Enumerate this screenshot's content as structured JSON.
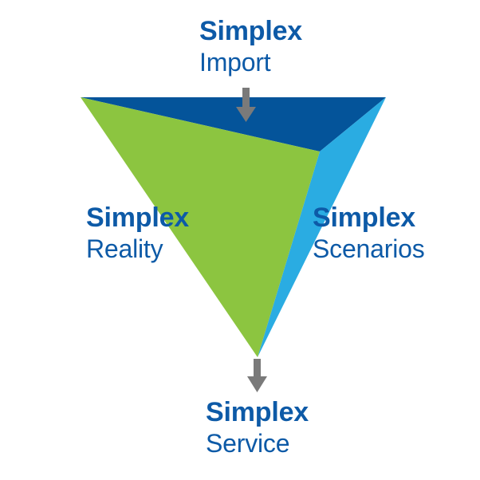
{
  "colors": {
    "text": "#0D5AA7",
    "top_face": "#04549A",
    "left_face": "#8CC540",
    "right_face": "#2AACE2",
    "arrow": "#7A7A7A",
    "background": "#FFFFFF"
  },
  "labels": {
    "import": {
      "brand": "Simplex",
      "name": "Import"
    },
    "reality": {
      "brand": "Simplex",
      "name": "Reality"
    },
    "scenarios": {
      "brand": "Simplex",
      "name": "Scenarios"
    },
    "service": {
      "brand": "Simplex",
      "name": "Service"
    }
  },
  "icons": {
    "top_arrow": "arrow-down-icon",
    "bottom_arrow": "arrow-down-icon"
  }
}
